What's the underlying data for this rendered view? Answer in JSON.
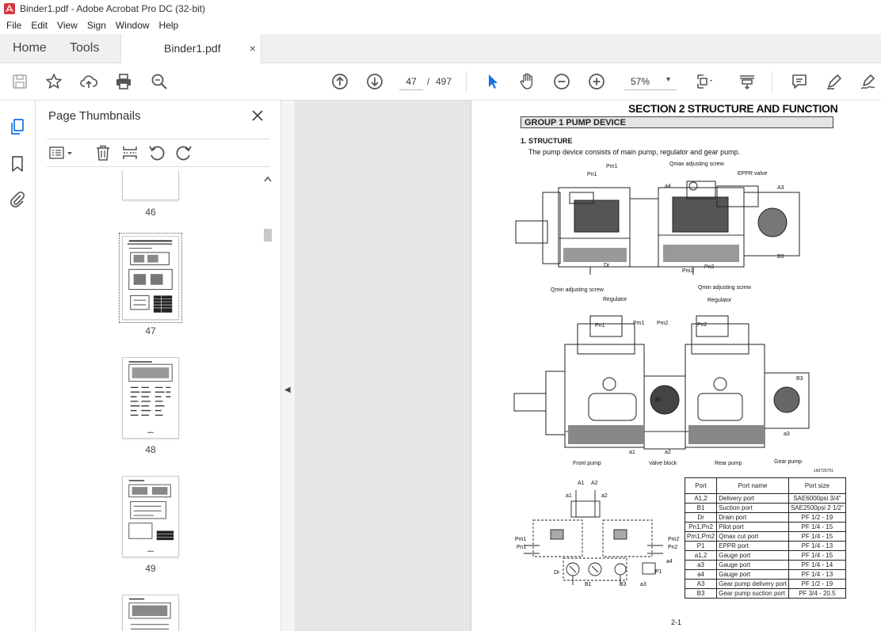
{
  "window": {
    "title": "Binder1.pdf - Adobe Acrobat Pro DC (32-bit)"
  },
  "menu": [
    "File",
    "Edit",
    "View",
    "Sign",
    "Window",
    "Help"
  ],
  "tabs": {
    "home": "Home",
    "tools": "Tools",
    "document": "Binder1.pdf",
    "close_glyph": "×"
  },
  "toolbar": {
    "current_page": "47",
    "separator": "/",
    "total_pages": "497",
    "zoom": "57%"
  },
  "thumbnails": {
    "title": "Page Thumbnails",
    "pages": [
      "46",
      "47",
      "48",
      "49"
    ],
    "selected": "47"
  },
  "colors": {
    "accent": "#1473e6",
    "acrobat_red": "#d7373f",
    "doc_bg": "#e6e6e6"
  },
  "document": {
    "section_title": "SECTION 2 STRUCTURE AND FUNCTION",
    "group_title": "GROUP 1 PUMP DEVICE",
    "structure_heading": "1. STRUCTURE",
    "structure_text": "The pump device consists of main pump, regulator and gear pump.",
    "page_footer": "2-1",
    "figure_id": "160720701",
    "labels_top": {
      "pn1": "Pn1",
      "pm1": "Pm1",
      "qmax": "Qmax adjusting screw",
      "eppr": "EPPR valve",
      "a4": "a4",
      "a3": "A3",
      "b3": "B3",
      "dr": "Dr",
      "pm2": "Pm2",
      "pn2": "Pn2"
    },
    "labels_mid": {
      "qmin_left": "Qmin adjusting screw",
      "qmin_right": "Qmin adjusting screw",
      "regulator_left": "Regulator",
      "regulator_right": "Regulator",
      "pn1": "Pn1",
      "pm1": "Pm1",
      "pm2": "Pm2",
      "pn2": "Pn2",
      "b3": "B3",
      "b1": "B1",
      "a3": "a3",
      "a1": "a1",
      "a2": "a2",
      "front_pump": "Front pump",
      "valve_block": "Valve block",
      "rear_pump": "Rear pump",
      "gear_pump": "Gear pump"
    },
    "labels_hyd": {
      "a1_big": "A1",
      "a2_big": "A2",
      "a1": "a1",
      "a2": "a2",
      "pm1": "Pm1",
      "pn1": "Pn1",
      "pm2": "Pm2",
      "pn2": "Pn2",
      "dr": "Dr",
      "b1": "B1",
      "b3": "B3",
      "a3": "a3",
      "a4": "a4",
      "p1": "P1"
    },
    "port_table": {
      "headers": [
        "Port",
        "Port name",
        "Port size"
      ],
      "rows": [
        [
          "A1,2",
          "Delivery port",
          "SAE6000psi 3/4\""
        ],
        [
          "B1",
          "Suction port",
          "SAE2500psi 2 1/2\""
        ],
        [
          "Dr",
          "Drain port",
          "PF 1/2 - 19"
        ],
        [
          "Pn1,Pn2",
          "Pilot port",
          "PF 1/4 - 15"
        ],
        [
          "Pm1,Pm2",
          "Qmax cut port",
          "PF 1/4 - 15"
        ],
        [
          "P1",
          "EPPR port",
          "PF 1/4 - 13"
        ],
        [
          "a1,2",
          "Gauge port",
          "PF 1/4 - 15"
        ],
        [
          "a3",
          "Gauge port",
          "PF 1/4 - 14"
        ],
        [
          "a4",
          "Gauge port",
          "PF 1/4 - 13"
        ],
        [
          "A3",
          "Gear pump delivery port",
          "PF 1/2 - 19"
        ],
        [
          "B3",
          "Gear pump suction port",
          "PF 3/4 - 20.5"
        ]
      ]
    }
  }
}
